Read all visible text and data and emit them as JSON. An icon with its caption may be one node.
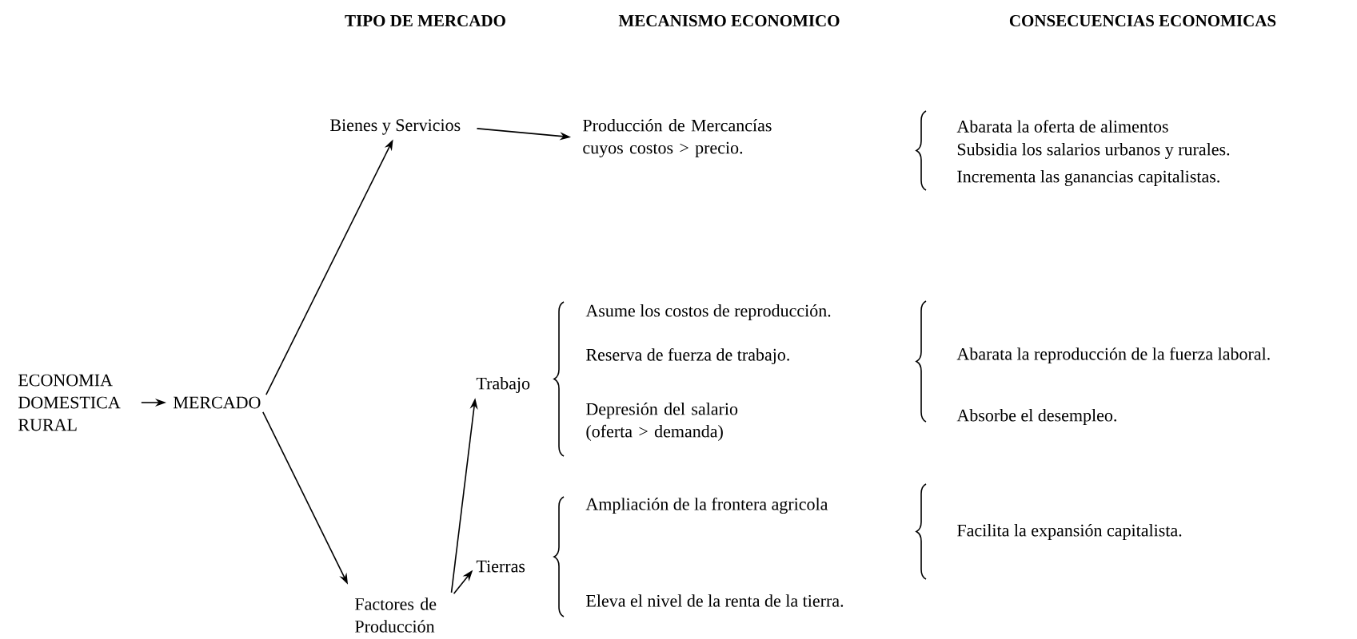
{
  "diagram": {
    "nodes": [
      {
        "text": [
          "ECONOMIA DOMESTICA RURAL"
        ]
      },
      {
        "text": [
          "MERCADO"
        ]
      },
      {
        "text": [
          "Bienes y Servicios"
        ]
      },
      {
        "text": [
          "Producción de Mercancías cuyos costos > precio."
        ]
      },
      {
        "text": [
          "Factores de Producción"
        ]
      },
      {
        "text": [
          "Trabajo"
        ]
      },
      {
        "text": [
          "Tierras"
        ]
      }
    ],
    "edges": [
      {
        "from": 0,
        "to": 1,
        "arrow": "to"
      },
      {
        "from": 1,
        "to": 2,
        "arrow": "to"
      },
      {
        "from": 1,
        "to": 4,
        "arrow": "to"
      },
      {
        "from": 2,
        "to": 3,
        "arrow": "to"
      },
      {
        "from": 4,
        "to": 5,
        "arrow": "to"
      },
      {
        "from": 4,
        "to": 6,
        "arrow": "to"
      }
    ],
    "labels": [
      "TIPO DE MERCADO",
      "MECANISMO ECONOMICO",
      "CONSECUENCIAS ECONOMICAS",
      "Abarata la oferta de alimentos",
      "Subsidia los salarios urbanos y rurales.",
      "Incrementa las ganancias capitalistas.",
      "Asume los costos de reproducción.",
      "Reserva de fuerza de trabajo.",
      "Abarata la reproducción de la fuerza laboral.",
      "Depresión del salario (oferta > demanda)",
      "Absorbe el desempleo.",
      "Ampliación de la frontera agricola",
      "Facilita la expansión capitalista.",
      "Eleva el nivel de la renta de la tierra."
    ]
  }
}
